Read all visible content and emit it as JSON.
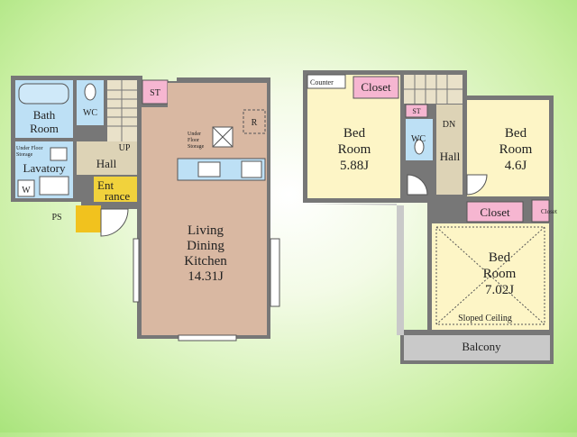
{
  "floor1": {
    "bath": [
      "Bath",
      "Room"
    ],
    "wc": "WC",
    "storage": [
      "Under Floor",
      "Storage"
    ],
    "lavatory": "Lavatory",
    "washer": "W",
    "ps": "PS",
    "up": "UP",
    "hall": "Hall",
    "entrance": [
      "Ent",
      "rance"
    ],
    "st": "ST",
    "kitchen_storage": [
      "Under",
      "Floor",
      "Storage"
    ],
    "refrigerator": "R",
    "ldk": [
      "Living",
      "Dining",
      "Kitchen",
      "14.31J"
    ]
  },
  "floor2": {
    "counter": "Counter",
    "closet_a": "Closet",
    "bed1": [
      "Bed",
      "Room",
      "5.88J"
    ],
    "st": "ST",
    "wc": "WC",
    "dn": "DN",
    "hall": "Hall",
    "bed2": [
      "Bed",
      "Room",
      "4.6J"
    ],
    "closet_b": "Closet",
    "closet_c": "Closet",
    "bed3": [
      "Bed",
      "Room",
      "7.02J"
    ],
    "sloped": "Sloped Ceiling",
    "balcony": "Balcony"
  },
  "colors": {
    "wall": "#777777",
    "bath": "#bde0f5",
    "ldk": "#d9b8a2",
    "bed": "#fdf5c6",
    "hall": "#ddd3b6",
    "closet": "#f6b6d1",
    "entrance": "#f1d23c",
    "yellow_tile": "#f1c21e",
    "balcony": "#c9c9c9"
  }
}
